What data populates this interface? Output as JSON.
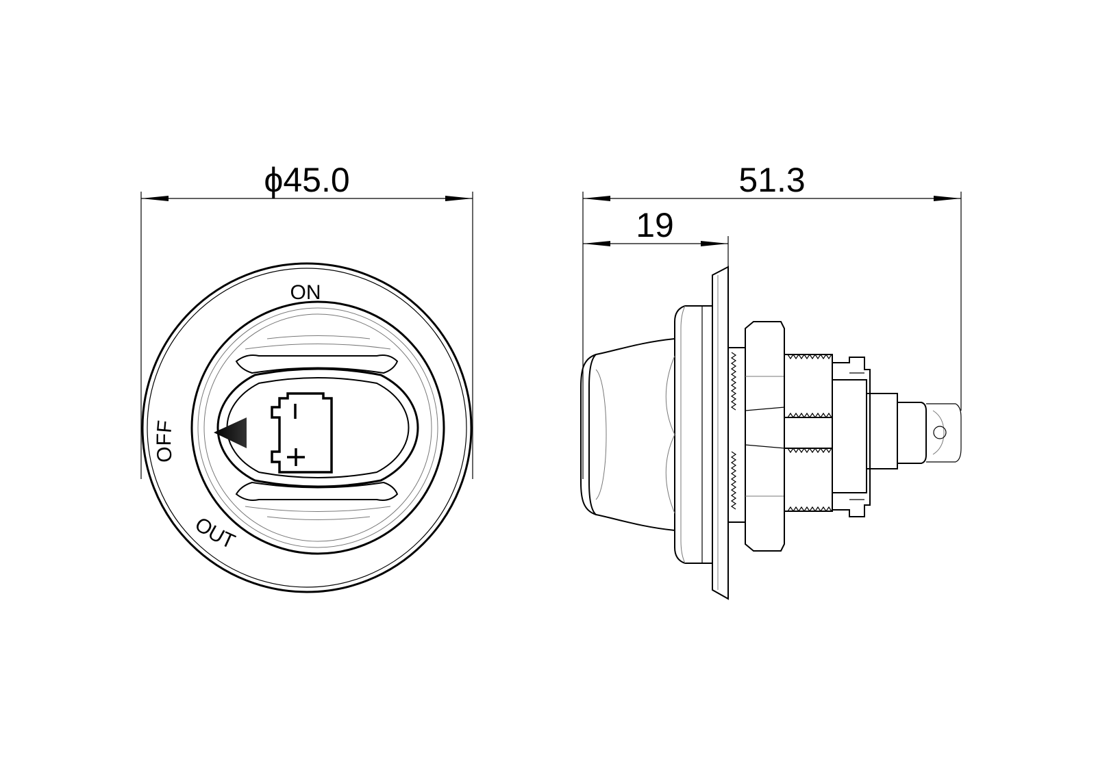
{
  "front_view": {
    "diameter_label": "ϕ45.0",
    "positions": {
      "on": "ON",
      "off": "OFF",
      "out": "OUT"
    },
    "battery_minus": "-",
    "battery_plus": "+"
  },
  "side_view": {
    "overall_length_label": "51.3",
    "partial_length_label": "19"
  }
}
